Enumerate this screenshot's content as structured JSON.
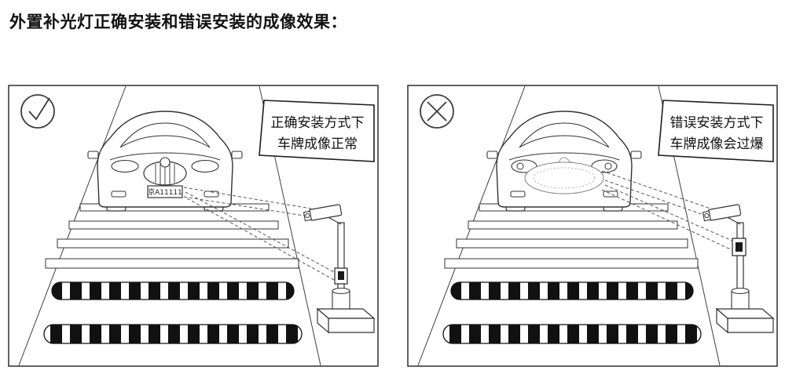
{
  "page": {
    "title": "外置补光灯正确安装和错误安装的成像效果："
  },
  "colors": {
    "ink": "#111111",
    "line": "#333333"
  },
  "panels": {
    "correct": {
      "icon": "check-circle",
      "callout": {
        "line1": "正确安装方式下",
        "line2": "车牌成像正常"
      },
      "license_plate": "京A11111"
    },
    "wrong": {
      "icon": "cross-circle",
      "callout": {
        "line1": "错误安装方式下",
        "line2": "车牌成像会过爆"
      }
    }
  }
}
